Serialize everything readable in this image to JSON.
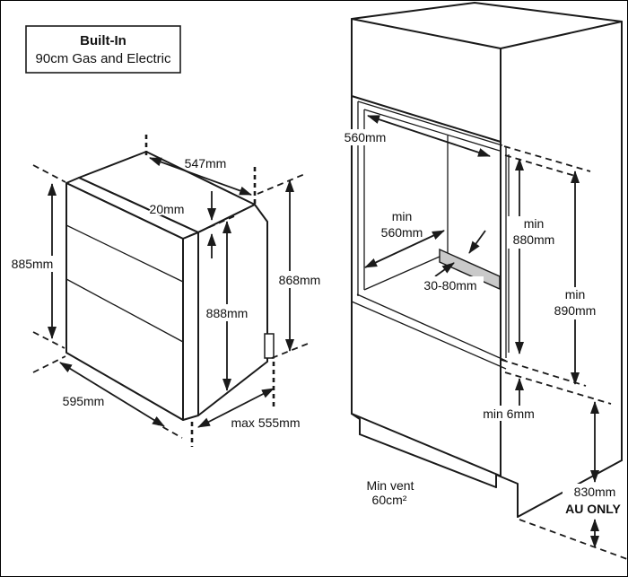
{
  "title_box": {
    "line1": "Built-In",
    "line2": "90cm Gas and Electric"
  },
  "oven": {
    "width_top": "547mm",
    "door_lip": "20mm",
    "height_front": "885mm",
    "height_body": "888mm",
    "height_rear": "868mm",
    "width_bottom": "595mm",
    "depth_max": "max 555mm"
  },
  "cabinet": {
    "opening_width": "560mm",
    "depth_label_1": "min",
    "depth_label_2": "560mm",
    "batten_range": "30-80mm",
    "opening_height_1": "min",
    "opening_height_2": "880mm",
    "overall_height_1": "min",
    "overall_height_2": "890mm",
    "gap_min": "min 6mm",
    "vent_line_1": "Min vent",
    "vent_line_2": "60cm²",
    "au_height": "830mm",
    "au_note": "AU ONLY"
  },
  "colors": {
    "line": "#1a1a1a",
    "batten_fill": "#c9c9c9",
    "background": "#ffffff"
  }
}
